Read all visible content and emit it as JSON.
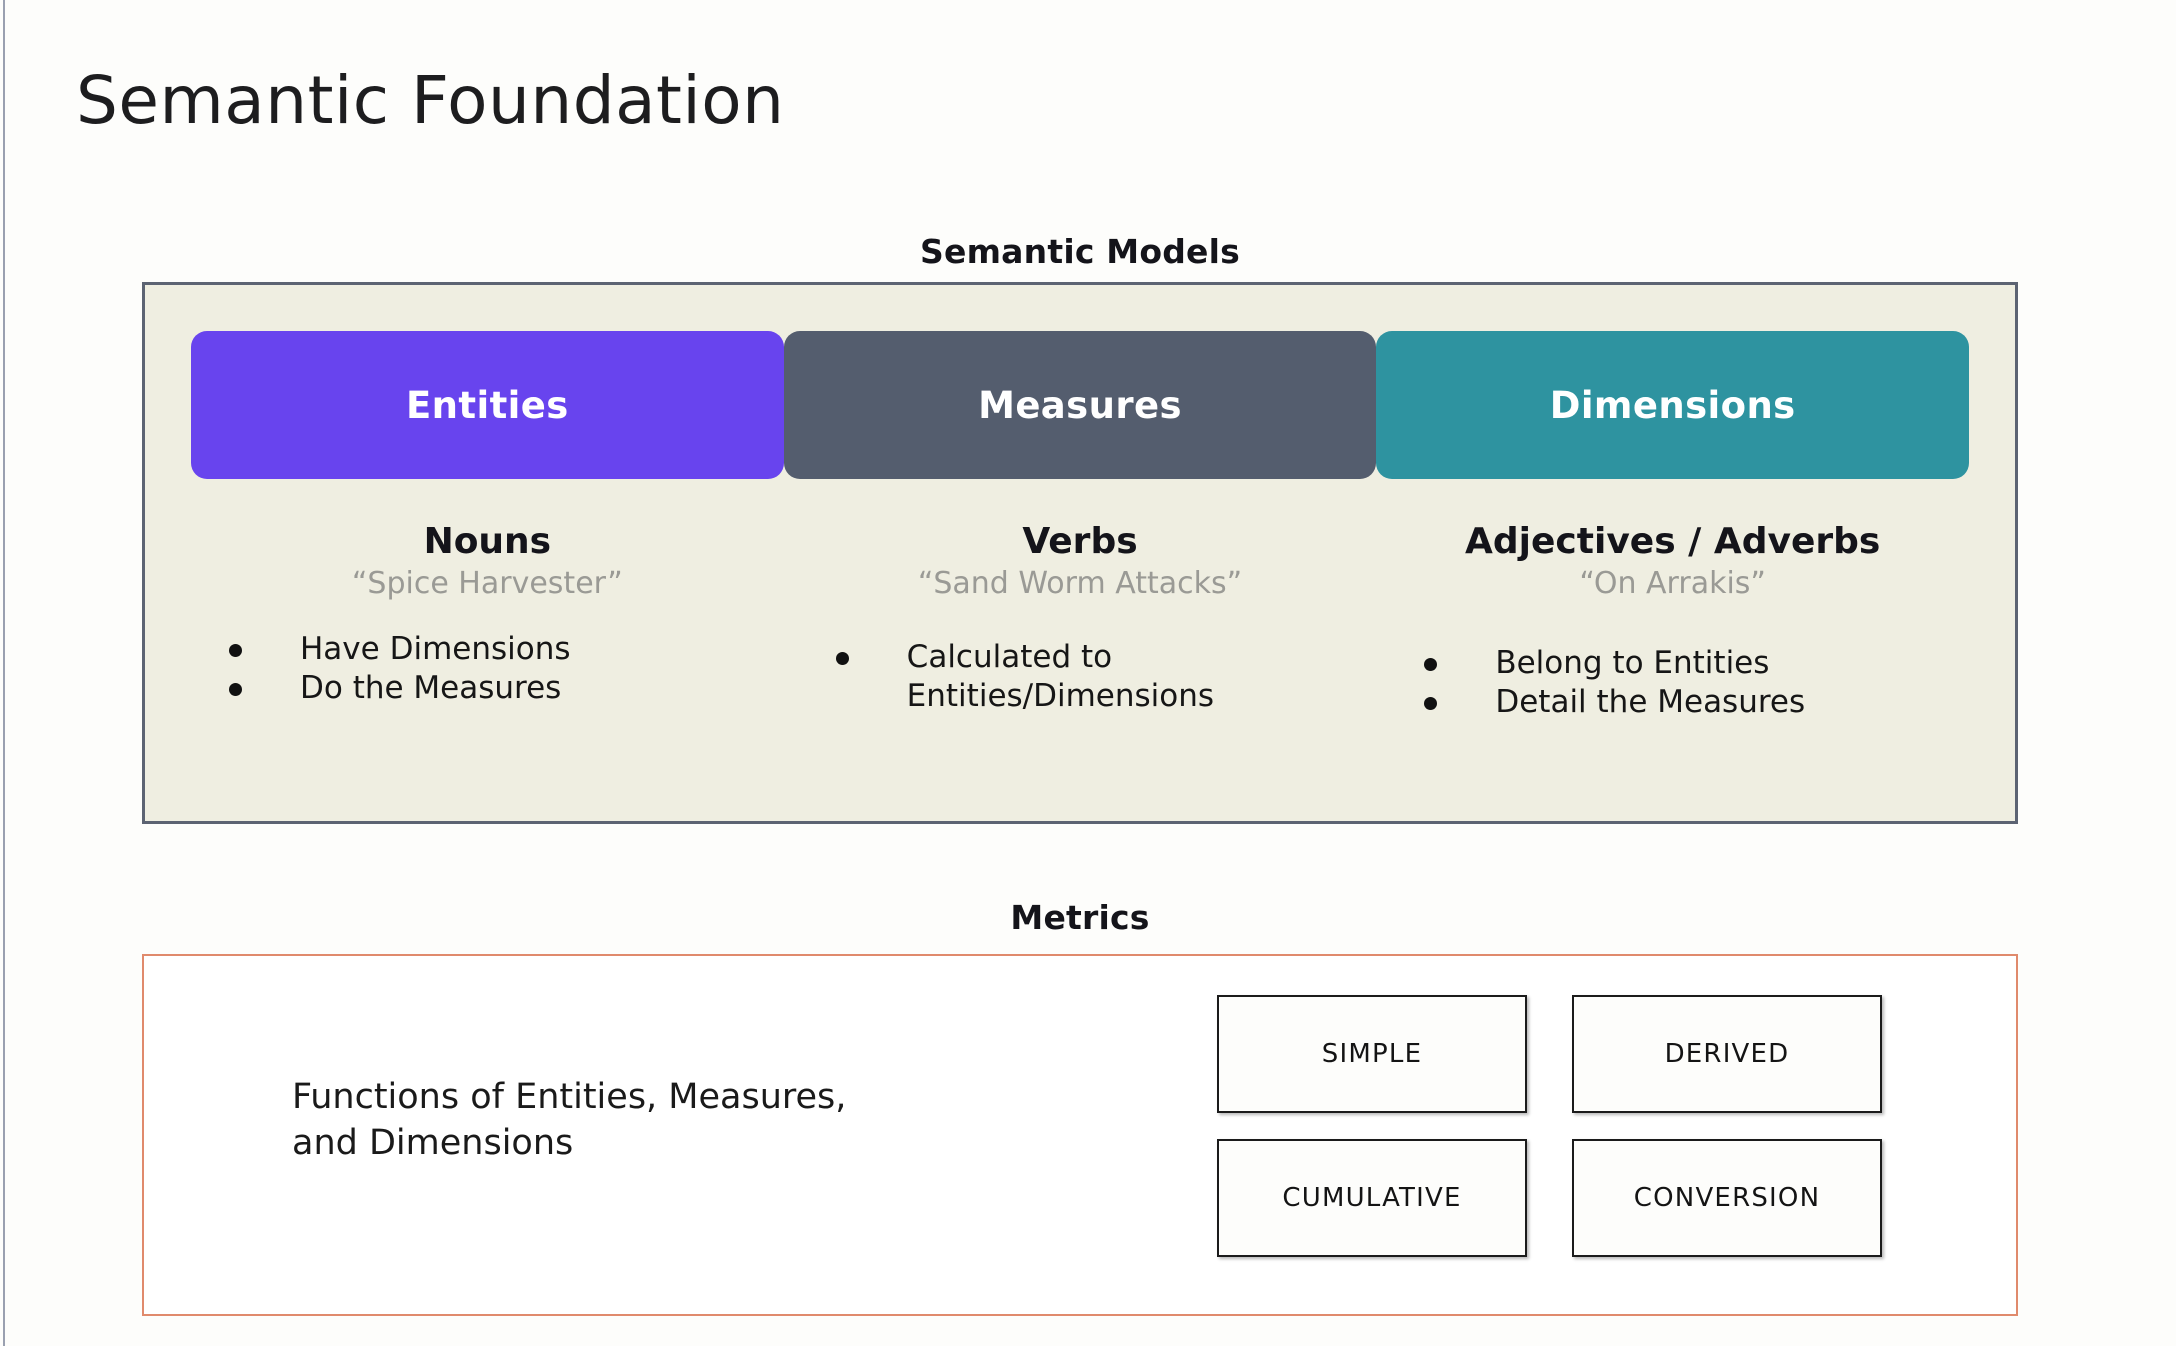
{
  "page": {
    "title": "Semantic Foundation",
    "background_color": "#fdfdfb"
  },
  "semantic_models": {
    "heading": "Semantic Models",
    "panel_fill": "#efeee1",
    "panel_border": "#5c6372",
    "columns": [
      {
        "pill_label": "Entities",
        "pill_color": "#6844ee",
        "part_of_speech": "Nouns",
        "example": "“Spice Harvester”",
        "bullets": [
          "Have Dimensions",
          "Do the Measures"
        ]
      },
      {
        "pill_label": "Measures",
        "pill_color": "#545d6e",
        "part_of_speech": "Verbs",
        "example": "“Sand Worm Attacks”",
        "bullets": [
          "Calculated to\nEntities/Dimensions"
        ]
      },
      {
        "pill_label": "Dimensions",
        "pill_color": "#2e93a0",
        "part_of_speech": "Adjectives / Adverbs",
        "example": "“On Arrakis”",
        "bullets": [
          "Belong to Entities",
          "Detail the Measures"
        ]
      }
    ]
  },
  "metrics": {
    "heading": "Metrics",
    "panel_border": "#e08a6c",
    "description": "Functions of Entities, Measures,\nand Dimensions",
    "types": [
      "SIMPLE",
      "DERIVED",
      "CUMULATIVE",
      "CONVERSION"
    ]
  }
}
